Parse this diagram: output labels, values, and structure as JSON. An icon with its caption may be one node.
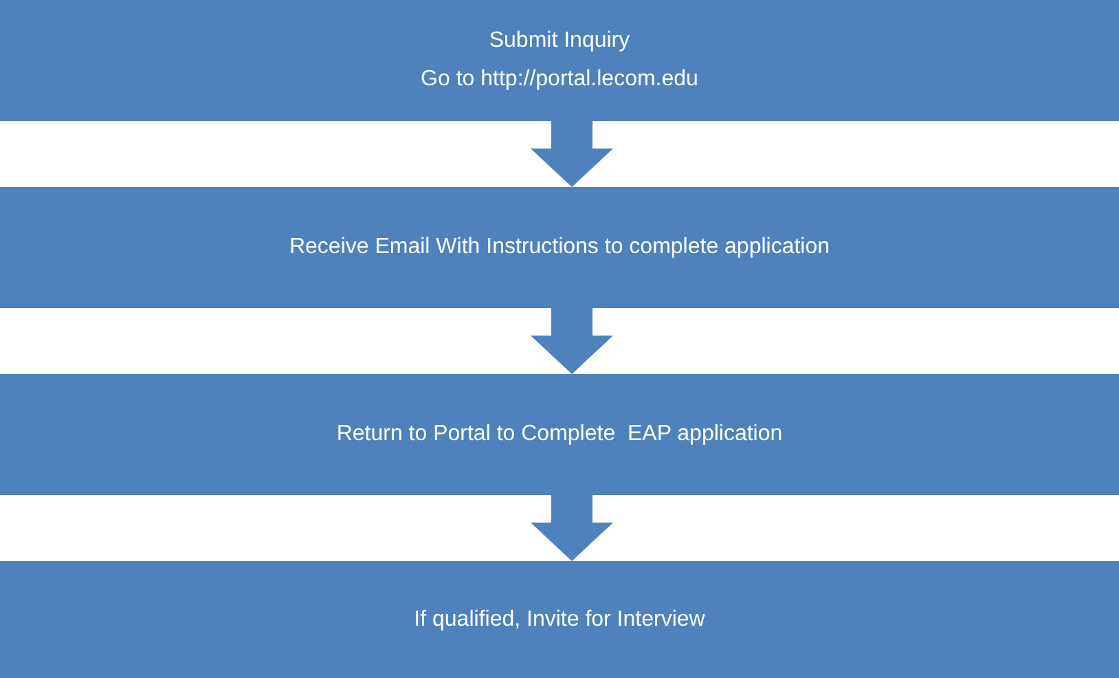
{
  "diagram": {
    "nodes": [
      {
        "text": [
          "Submit Inquiry",
          "Go to http://portal.lecom.edu"
        ]
      },
      {
        "text": [
          "Receive Email With Instructions to complete application"
        ]
      },
      {
        "text": [
          "Return to Portal to Complete  EAP application"
        ]
      },
      {
        "text": [
          "If qualified, Invite for Interview"
        ]
      }
    ],
    "edges": [
      {
        "from": 0,
        "to": 1,
        "arrow": "to"
      },
      {
        "from": 1,
        "to": 2,
        "arrow": "to"
      },
      {
        "from": 2,
        "to": 3,
        "arrow": "to"
      }
    ]
  }
}
